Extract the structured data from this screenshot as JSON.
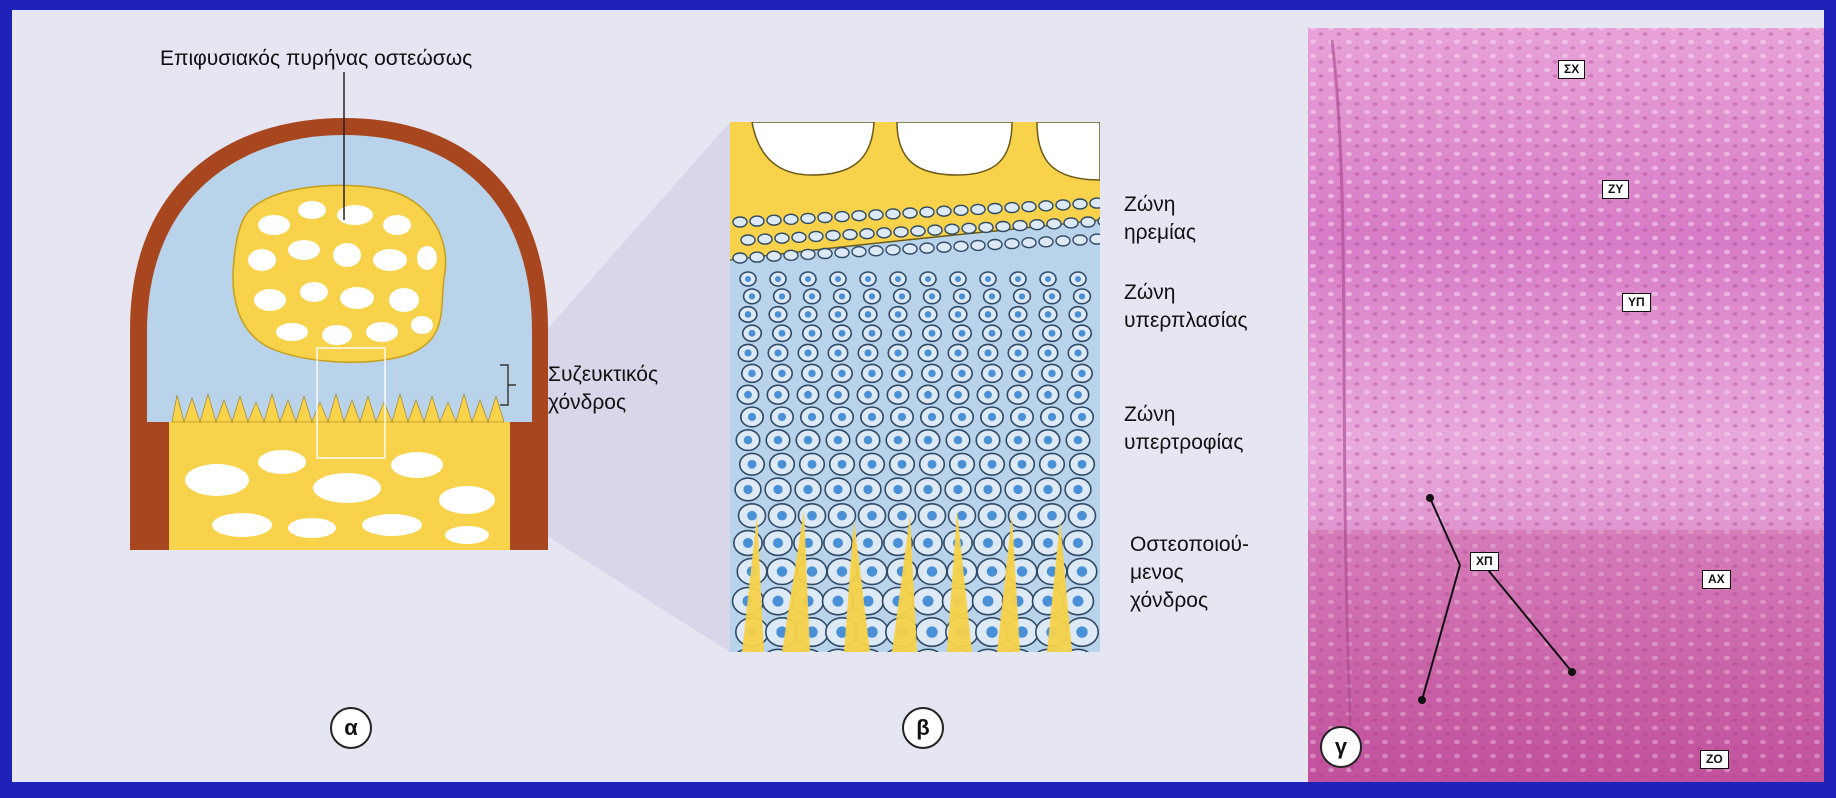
{
  "panel_a": {
    "title_label": "Επιφυσιακός πυρήνας οστεώσως",
    "side_label_line1": "Συζευκτικός",
    "side_label_line2": "χόνδρος",
    "letter": "α"
  },
  "panel_b": {
    "letter": "β",
    "zones": [
      {
        "line1": "Ζώνη",
        "line2": "ηρεμίας"
      },
      {
        "line1": "Ζώνη",
        "line2": "υπερπλασίας"
      },
      {
        "line1": "Ζώνη",
        "line2": "υπερτροφίας"
      },
      {
        "line1": "Οστεοποιού-",
        "line2": "μενος",
        "line3": "χόνδρος"
      }
    ]
  },
  "panel_c": {
    "letter": "γ",
    "tags": [
      "ΣΧ",
      "ΖΥ",
      "ΥΠ",
      "ΧΠ",
      "ΑΧ",
      "ΖΟ"
    ]
  },
  "colors": {
    "background": "#1e22b8",
    "panel": "#e6e6f2",
    "cartilage": "#b9d3ea",
    "bone": "#f7d24a",
    "cortex": "#a8461f",
    "histology": "#d77bc0"
  }
}
